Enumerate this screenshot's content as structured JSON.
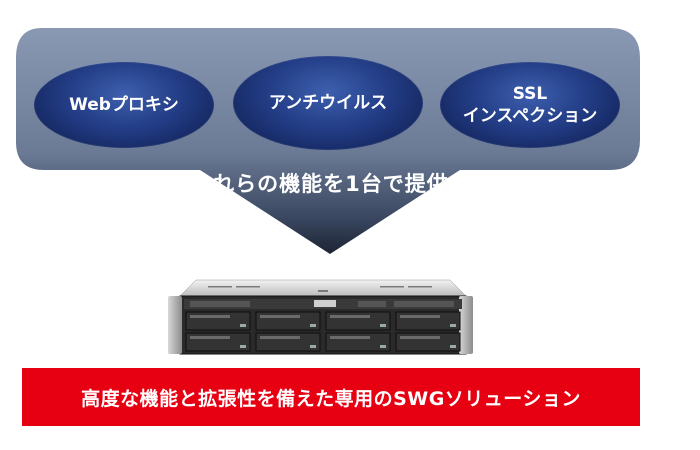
{
  "features": [
    {
      "lines": [
        "Webプロキシ"
      ]
    },
    {
      "lines": [
        "アンチウイルス"
      ]
    },
    {
      "lines": [
        "SSL",
        "インスペクション"
      ]
    }
  ],
  "tagline": "これらの機能を1台で提供",
  "banner": "高度な機能と拡張性を備えた専用のSWGソリューション",
  "colors": {
    "callout_top": "#8796b0",
    "callout_bottom": "#2f3b52",
    "oval_center": "#3d5fae",
    "oval_edge": "#0c1a4a",
    "banner": "#e60012"
  },
  "icons": [
    "rack-server-image"
  ]
}
